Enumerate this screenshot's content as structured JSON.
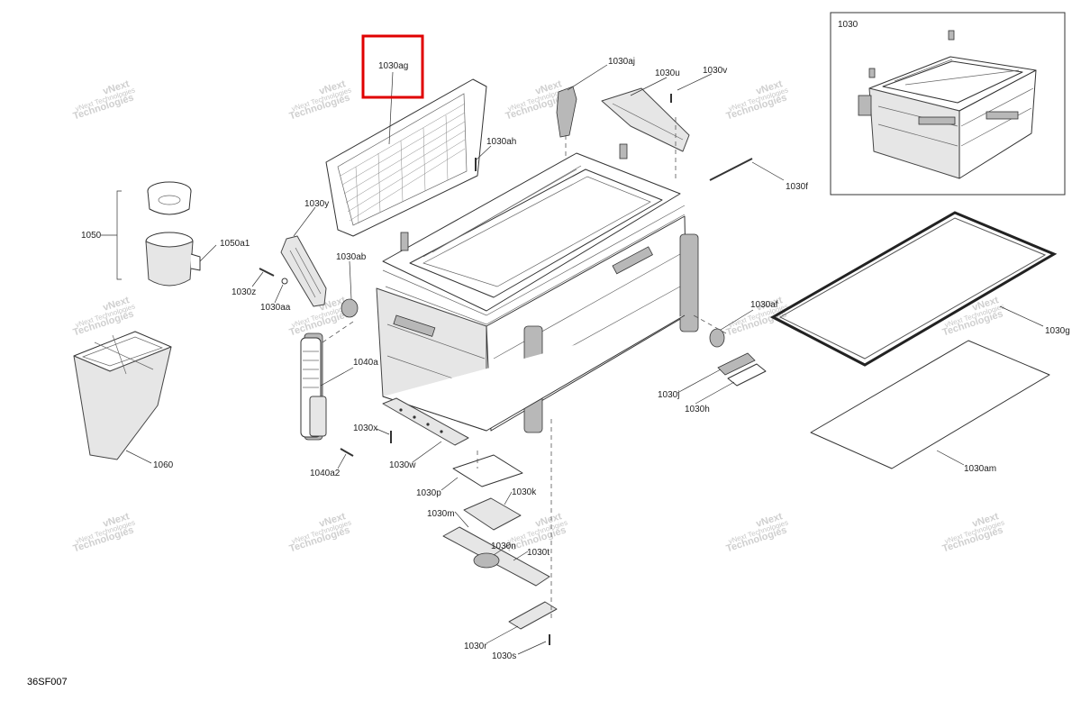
{
  "diagram_code": "36SF007",
  "watermark": {
    "line1": "vNext",
    "line2": "Technologies",
    "full": "vNext Technologies"
  },
  "inset": {
    "label": "1030"
  },
  "highlight_color": "#e00000",
  "parts": [
    {
      "id": "1030ag",
      "label": "1030ag",
      "highlighted": true
    },
    {
      "id": "1030aj",
      "label": "1030aj"
    },
    {
      "id": "1030u",
      "label": "1030u"
    },
    {
      "id": "1030v",
      "label": "1030v"
    },
    {
      "id": "1030ah",
      "label": "1030ah"
    },
    {
      "id": "1030f",
      "label": "1030f"
    },
    {
      "id": "1030y",
      "label": "1030y"
    },
    {
      "id": "1050",
      "label": "1050"
    },
    {
      "id": "1050a1",
      "label": "1050a1"
    },
    {
      "id": "1030ab",
      "label": "1030ab"
    },
    {
      "id": "1030z",
      "label": "1030z"
    },
    {
      "id": "1030aa",
      "label": "1030aa"
    },
    {
      "id": "1030af",
      "label": "1030af"
    },
    {
      "id": "1030g",
      "label": "1030g"
    },
    {
      "id": "1040a",
      "label": "1040a"
    },
    {
      "id": "1030j",
      "label": "1030j"
    },
    {
      "id": "1030h",
      "label": "1030h"
    },
    {
      "id": "1030x",
      "label": "1030x"
    },
    {
      "id": "1060",
      "label": "1060"
    },
    {
      "id": "1030w",
      "label": "1030w"
    },
    {
      "id": "1040a2",
      "label": "1040a2"
    },
    {
      "id": "1030am",
      "label": "1030am"
    },
    {
      "id": "1030p",
      "label": "1030p"
    },
    {
      "id": "1030k",
      "label": "1030k"
    },
    {
      "id": "1030m",
      "label": "1030m"
    },
    {
      "id": "1030n",
      "label": "1030n"
    },
    {
      "id": "1030t",
      "label": "1030t"
    },
    {
      "id": "1030r",
      "label": "1030r"
    },
    {
      "id": "1030s",
      "label": "1030s"
    }
  ]
}
